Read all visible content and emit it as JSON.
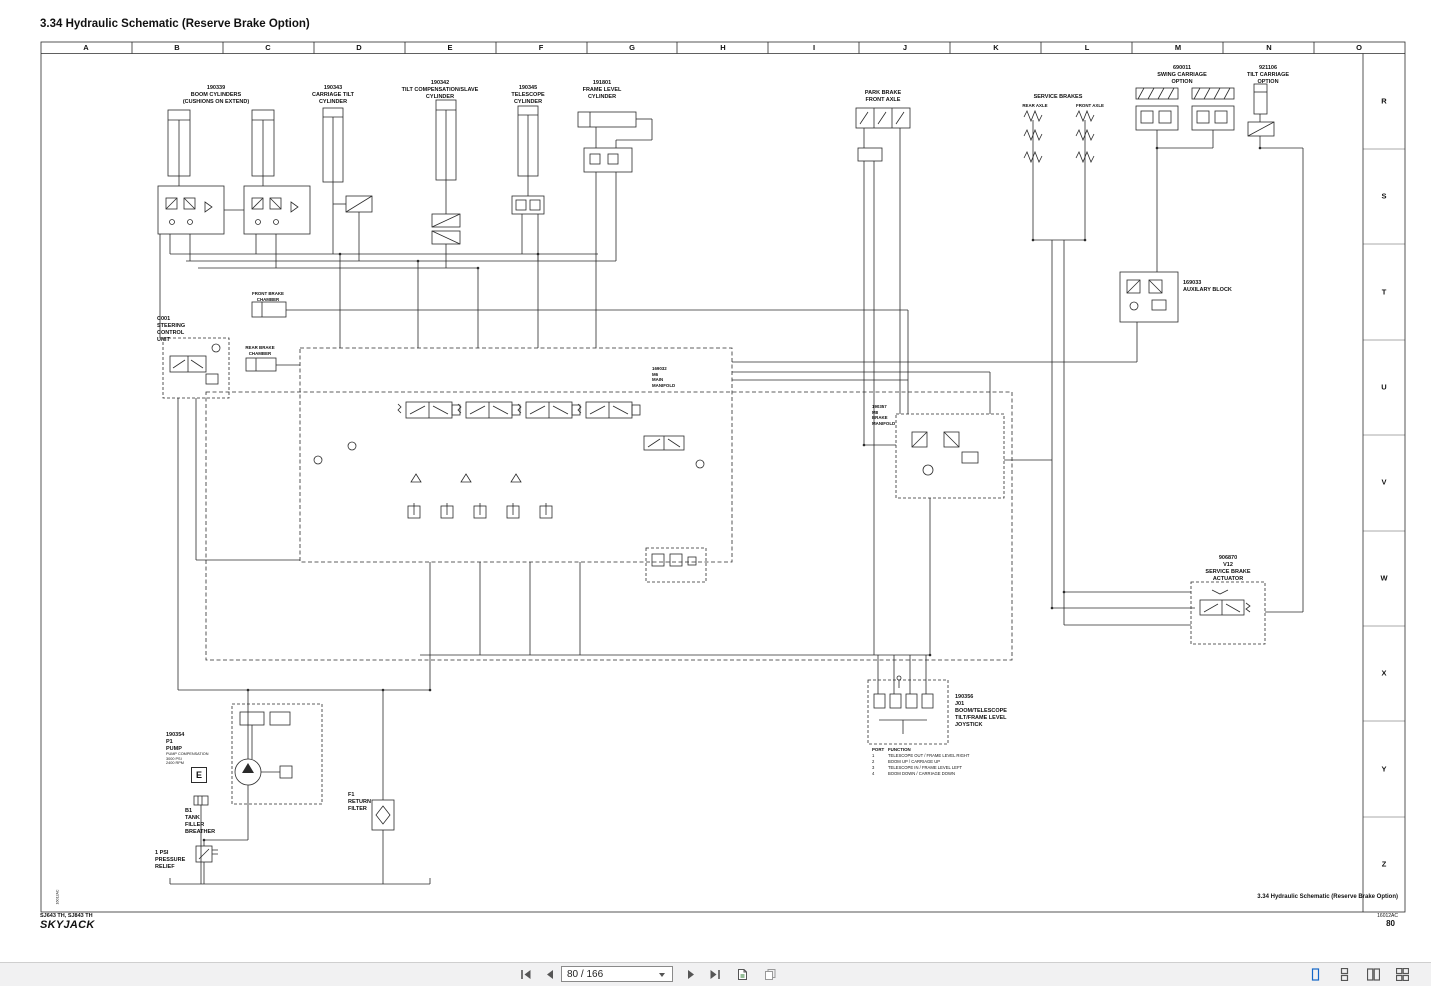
{
  "document": {
    "title": "3.34 Hydraulic Schematic (Reserve Brake Option)",
    "footer": {
      "models": "SJ643 TH, SJ843 TH",
      "logo": "SKYJACK",
      "section_title": "3.34 Hydraulic Schematic (Reserve Brake Option)",
      "doc_code": "16012AC",
      "page_number": "80"
    }
  },
  "grid": {
    "columns": [
      "A",
      "B",
      "C",
      "D",
      "E",
      "F",
      "G",
      "H",
      "I",
      "J",
      "K",
      "L",
      "M",
      "N",
      "O"
    ],
    "rows": [
      "R",
      "S",
      "T",
      "U",
      "V",
      "W",
      "X",
      "Y",
      "Z"
    ]
  },
  "schematic": {
    "labels": {
      "boom_cylinders": [
        "190339",
        "BOOM CYLINDERS",
        "(CUSHIONS ON EXTEND)"
      ],
      "carriage_tilt_cylinder": [
        "190343",
        "CARRIAGE TILT",
        "CYLINDER"
      ],
      "tilt_comp_cylinder": [
        "190342",
        "TILT COMPENSATION/SLAVE",
        "CYLINDER"
      ],
      "telescope_cylinder": [
        "190345",
        "TELESCOPE",
        "CYLINDER"
      ],
      "frame_level_cylinder": [
        "191801",
        "FRAME LEVEL",
        "CYLINDER"
      ],
      "park_brake": [
        "PARK BRAKE",
        "FRONT AXLE"
      ],
      "service_brakes": [
        "SERVICE BRAKES"
      ],
      "service_brakes_rear_axle": [
        "REAR AXLE"
      ],
      "service_brakes_front_axle": [
        "FRONT AXLE"
      ],
      "swing_carriage_option": [
        "690011",
        "SWING CARRIAGE",
        "OPTION"
      ],
      "tilt_carriage_option": [
        "921106",
        "TILT CARRIAGE",
        "OPTION"
      ],
      "auxiliary_block": [
        "169033",
        "AUXILARY BLOCK"
      ],
      "steering_control_unit": [
        "C001",
        "STEERING",
        "CONTROL",
        "UNIT"
      ],
      "front_brake_chamber": [
        "FRONT BRAKE",
        "CHAMBER"
      ],
      "rear_brake_chamber": [
        "REAR BRAKE",
        "CHAMBER"
      ],
      "main_manifold": [
        "169032",
        "M6",
        "MAIN",
        "MANIFOLD"
      ],
      "brake_manifold": [
        "190357",
        "M8",
        "BRAKE",
        "MANIFOLD"
      ],
      "service_brake_actuator": [
        "906870",
        "V12",
        "SERVICE BRAKE",
        "ACTUATOR"
      ],
      "joystick": [
        "190356",
        "J01",
        "BOOM/TELESCOPE",
        "TILT/FRAME LEVEL",
        "JOYSTICK"
      ],
      "pump": [
        "190354",
        "P1",
        "PUMP"
      ],
      "pump_specs": [
        "PUMP COMPENSATION",
        "3000 PSI",
        "2400 RPM"
      ],
      "pump_e_port": "E",
      "return_filter": [
        "F1",
        "RETURN",
        "FILTER"
      ],
      "tank_filler_breather": [
        "B1",
        "TANK",
        "FILLER",
        "BREATHER"
      ],
      "pressure_relief": [
        "1 PSI",
        "PRESSURE",
        "RELIEF"
      ]
    },
    "port_table": {
      "headers": [
        "PORT",
        "FUNCTION"
      ],
      "rows": [
        [
          "1",
          "TELESCOPE OUT / FRAME LEVEL RIGHT"
        ],
        [
          "2",
          "BOOM UP / CARRIAGE UP"
        ],
        [
          "3",
          "TELESCOPE IN / FRAME LEVEL LEFT"
        ],
        [
          "4",
          "BOOM DOWN / CARRIAGE DOWN"
        ]
      ]
    }
  },
  "toolbar": {
    "page_input_value": "80 / 166",
    "icons": {
      "nav": [
        "first-page-icon",
        "previous-page-icon",
        "next-page-icon",
        "last-page-icon"
      ],
      "tools": [
        "export-page-icon",
        "copy-pages-icon"
      ],
      "view_modes": [
        "single-page-view-icon",
        "continuous-view-icon",
        "facing-pages-view-icon",
        "continuous-facing-view-icon"
      ]
    },
    "selected_view_mode": "single-page-view"
  },
  "colors": {
    "line": "#2b2b2b",
    "accent_blue": "#1467c8",
    "toolbar_background": "#f1f1f2",
    "icon_gray": "#555555"
  }
}
